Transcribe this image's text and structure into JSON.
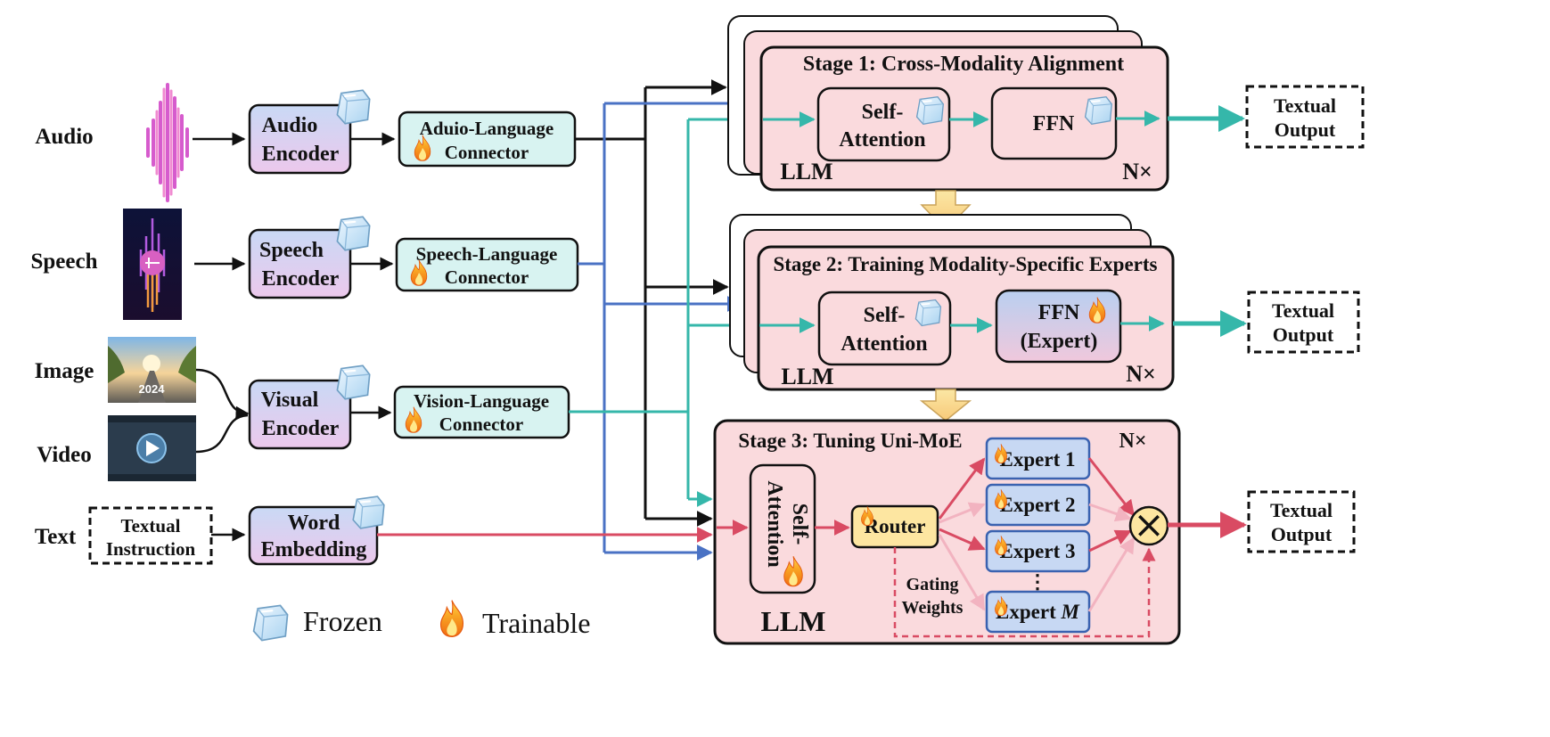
{
  "inputs": {
    "audio": "Audio",
    "speech": "Speech",
    "image": "Image",
    "video": "Video",
    "text": "Text",
    "image_year": "2024"
  },
  "encoders": {
    "audio": [
      "Audio",
      "Encoder"
    ],
    "speech": [
      "Speech",
      "Encoder"
    ],
    "visual": [
      "Visual",
      "Encoder"
    ],
    "word": [
      "Word",
      "Embedding"
    ]
  },
  "textual_instruction": [
    "Textual",
    "Instruction"
  ],
  "connectors": {
    "audio": [
      "Aduio-Language",
      "Connector"
    ],
    "speech": [
      "Speech-Language",
      "Connector"
    ],
    "vision": [
      "Vision-Language",
      "Connector"
    ]
  },
  "stage1": {
    "title": "Stage 1: Cross-Modality Alignment",
    "self_attention": [
      "Self-",
      "Attention"
    ],
    "ffn": "FFN",
    "llm": "LLM",
    "repeat": "N×",
    "output": [
      "Textual",
      "Output"
    ]
  },
  "stage2": {
    "title": "Stage 2: Training Modality-Specific Experts",
    "self_attention": [
      "Self-",
      "Attention"
    ],
    "ffn_expert": [
      "FFN",
      "(Expert)"
    ],
    "llm": "LLM",
    "repeat": "N×",
    "output": [
      "Textual",
      "Output"
    ]
  },
  "stage3": {
    "title": "Stage 3: Tuning Uni-MoE",
    "repeat": "N×",
    "self_attention": [
      "Self-",
      "Attention"
    ],
    "router": "Router",
    "experts": [
      "Expert 1",
      "Expert 2",
      "Expert 3"
    ],
    "expert_m_prefix": "Expert ",
    "expert_m_var": "M",
    "ellipsis": "⋮",
    "gating": [
      "Gating",
      "Weights"
    ],
    "combine_symbol": "⨉",
    "llm": "LLM",
    "output": [
      "Textual",
      "Output"
    ]
  },
  "legend": {
    "frozen": "Frozen",
    "trainable": "Trainable"
  },
  "colors": {
    "stage_fill": "#fadadd",
    "connector_fill": "#d8f3f1",
    "encoder_top": "#c9d9f5",
    "encoder_bottom": "#ecc8ec",
    "expert_fill": "#c7d8f3",
    "router_fill": "#fde6a1",
    "teal_arrow": "#35b7aa",
    "blue_arrow": "#4a72c4",
    "red_arrow": "#d94b63",
    "pink_arrow": "#f2b3c0"
  }
}
